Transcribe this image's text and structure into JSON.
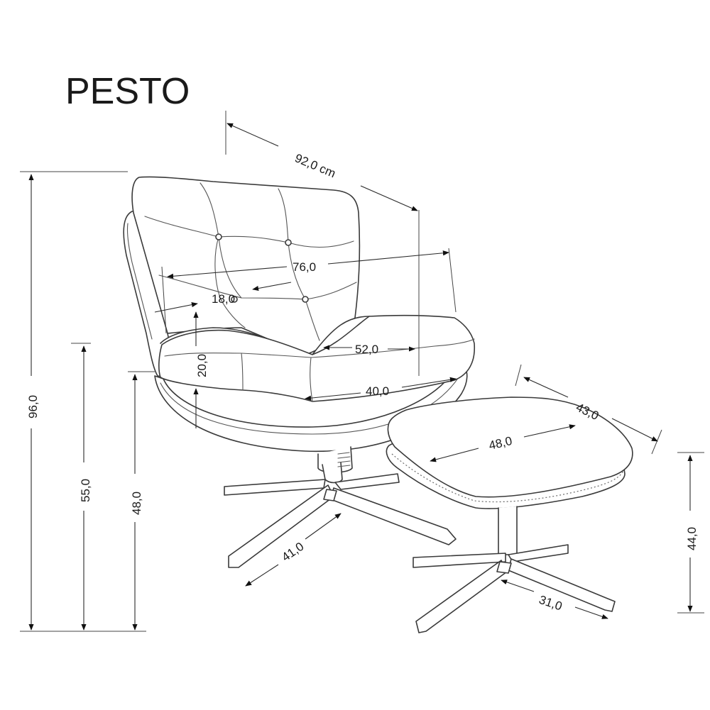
{
  "title": "PESTO",
  "dimensions": {
    "overall_depth": "92,0 cm",
    "overall_width": "76,0",
    "armrest": "18,0",
    "seat_width": "52,0",
    "seat_depth": "40,0",
    "backrest_height": "20,0",
    "total_height": "96,0",
    "armrest_height": "55,0",
    "seat_height": "48,0",
    "base_chair": "41,0",
    "ottoman_depth": "43,0",
    "ottoman_width": "48,0",
    "ottoman_height": "44,0",
    "base_ottoman": "31,0"
  }
}
